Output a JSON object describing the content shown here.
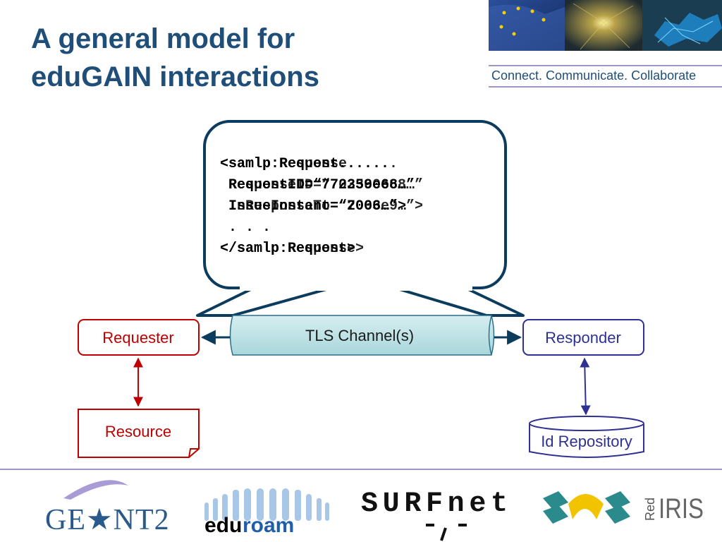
{
  "title": {
    "line1": "A general model for",
    "line2": "eduGAIN interactions"
  },
  "tagline": "Connect. Communicate. Collaborate",
  "diagram": {
    "message_back": {
      "line1": "<samlp:Request......",
      "line2": " RequestID=“772359e68…”",
      "line3": " IssueInstant=“2006…”>",
      "line4": " . . .",
      "line5": "</samlp:Request>"
    },
    "message_front": {
      "line1": "<samlp:Response......",
      "line2": " ResponseID=“702360e68…”",
      "line3": " InResponseTo=“7063e9…”>",
      "line5": "</samlp:Response>"
    },
    "nodes": {
      "requester": "Requester",
      "responder": "Responder",
      "channel": "TLS Channel(s)",
      "resource": "Resource",
      "repository": "Id Repository"
    }
  },
  "logos": {
    "geant": "GE★NT2",
    "eduroam_edu": "edu",
    "eduroam_roam": "roam",
    "surfnet": "SURFnet",
    "rediris_red": "Red",
    "rediris_iris": "IRIS"
  },
  "colors": {
    "title": "#1f4e79",
    "requester": "#c00000",
    "responder": "#2e3192",
    "bubble": "#0b3c5d",
    "channel": "#b4dde0"
  }
}
